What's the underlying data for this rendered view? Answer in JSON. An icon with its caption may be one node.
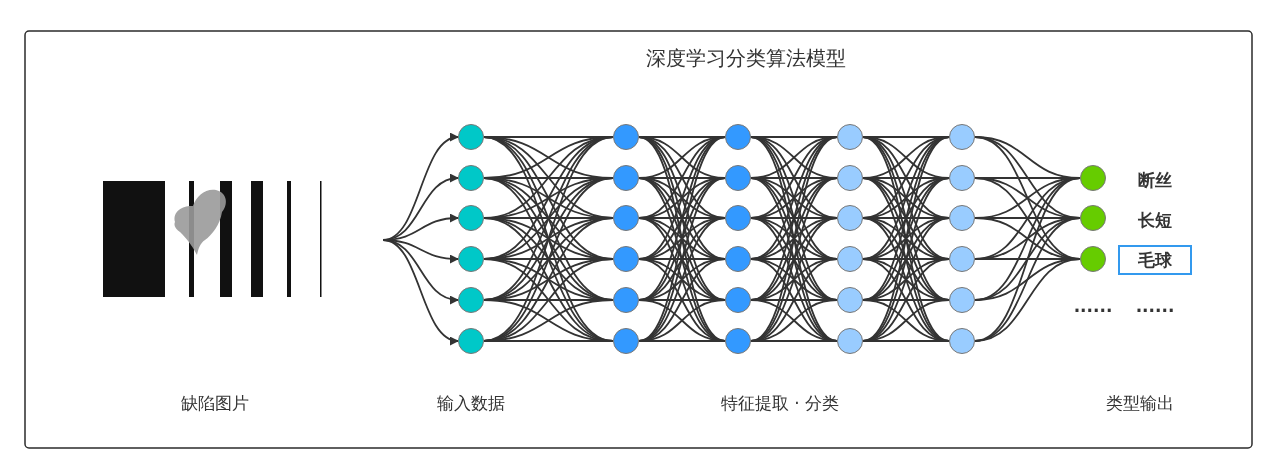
{
  "diagram": {
    "title": "深度学习分类算法模型",
    "nodes": [
      {
        "text": [],
        "shape": "circle"
      },
      {
        "text": [],
        "shape": "circle"
      },
      {
        "text": [],
        "shape": "circle"
      },
      {
        "text": [],
        "shape": "circle"
      },
      {
        "text": [],
        "shape": "circle"
      },
      {
        "text": [],
        "shape": "circle"
      },
      {
        "text": [],
        "shape": "circle"
      },
      {
        "text": [],
        "shape": "circle"
      },
      {
        "text": [],
        "shape": "circle"
      },
      {
        "text": [],
        "shape": "circle"
      },
      {
        "text": [],
        "shape": "circle"
      },
      {
        "text": [],
        "shape": "circle"
      },
      {
        "text": [],
        "shape": "circle"
      },
      {
        "text": [],
        "shape": "circle"
      },
      {
        "text": [],
        "shape": "circle"
      },
      {
        "text": [],
        "shape": "circle"
      },
      {
        "text": [],
        "shape": "circle"
      },
      {
        "text": [],
        "shape": "circle"
      },
      {
        "text": [],
        "shape": "circle"
      },
      {
        "text": [],
        "shape": "circle"
      },
      {
        "text": [],
        "shape": "circle"
      },
      {
        "text": [],
        "shape": "circle"
      },
      {
        "text": [],
        "shape": "circle"
      },
      {
        "text": [],
        "shape": "circle"
      },
      {
        "text": [],
        "shape": "circle"
      },
      {
        "text": [],
        "shape": "circle"
      },
      {
        "text": [],
        "shape": "circle"
      },
      {
        "text": [],
        "shape": "circle"
      },
      {
        "text": [],
        "shape": "circle"
      },
      {
        "text": [],
        "shape": "circle"
      },
      {
        "text": [],
        "shape": "circle"
      },
      {
        "text": [],
        "shape": "circle"
      },
      {
        "text": [],
        "shape": "circle"
      },
      {
        "text": [
          "毛球"
        ]
      }
    ],
    "edges": [
      {
        "from": null,
        "to": 0,
        "arrow": "to"
      },
      {
        "from": null,
        "to": 1,
        "arrow": "to"
      },
      {
        "from": null,
        "to": 2,
        "arrow": "to"
      },
      {
        "from": null,
        "to": 3,
        "arrow": "to"
      },
      {
        "from": null,
        "to": 4,
        "arrow": "to"
      },
      {
        "from": null,
        "to": 5,
        "arrow": "to"
      },
      {
        "from": 0,
        "to": 6,
        "arrow": "none"
      },
      {
        "from": 0,
        "to": 7,
        "arrow": "none"
      },
      {
        "from": 0,
        "to": 8,
        "arrow": "none"
      },
      {
        "from": 0,
        "to": 9,
        "arrow": "none"
      },
      {
        "from": 0,
        "to": 10,
        "arrow": "none"
      },
      {
        "from": 0,
        "to": 11,
        "arrow": "none"
      },
      {
        "from": 1,
        "to": 6,
        "arrow": "none"
      },
      {
        "from": 1,
        "to": 7,
        "arrow": "none"
      },
      {
        "from": 1,
        "to": 8,
        "arrow": "none"
      },
      {
        "from": 1,
        "to": 9,
        "arrow": "none"
      },
      {
        "from": 1,
        "to": 10,
        "arrow": "none"
      },
      {
        "from": 1,
        "to": 11,
        "arrow": "none"
      },
      {
        "from": 2,
        "to": 6,
        "arrow": "none"
      },
      {
        "from": 2,
        "to": 7,
        "arrow": "none"
      },
      {
        "from": 2,
        "to": 8,
        "arrow": "none"
      },
      {
        "from": 2,
        "to": 9,
        "arrow": "none"
      },
      {
        "from": 2,
        "to": 10,
        "arrow": "none"
      },
      {
        "from": 2,
        "to": 11,
        "arrow": "none"
      },
      {
        "from": 3,
        "to": 6,
        "arrow": "none"
      },
      {
        "from": 3,
        "to": 7,
        "arrow": "none"
      },
      {
        "from": 3,
        "to": 8,
        "arrow": "none"
      },
      {
        "from": 3,
        "to": 9,
        "arrow": "none"
      },
      {
        "from": 3,
        "to": 10,
        "arrow": "none"
      },
      {
        "from": 3,
        "to": 11,
        "arrow": "none"
      },
      {
        "from": 4,
        "to": 6,
        "arrow": "none"
      },
      {
        "from": 4,
        "to": 7,
        "arrow": "none"
      },
      {
        "from": 4,
        "to": 8,
        "arrow": "none"
      },
      {
        "from": 4,
        "to": 9,
        "arrow": "none"
      },
      {
        "from": 4,
        "to": 10,
        "arrow": "none"
      },
      {
        "from": 4,
        "to": 11,
        "arrow": "none"
      },
      {
        "from": 5,
        "to": 6,
        "arrow": "none"
      },
      {
        "from": 5,
        "to": 7,
        "arrow": "none"
      },
      {
        "from": 5,
        "to": 8,
        "arrow": "none"
      },
      {
        "from": 5,
        "to": 9,
        "arrow": "none"
      },
      {
        "from": 5,
        "to": 10,
        "arrow": "none"
      },
      {
        "from": 5,
        "to": 11,
        "arrow": "none"
      },
      {
        "from": 6,
        "to": 12,
        "arrow": "none"
      },
      {
        "from": 6,
        "to": 13,
        "arrow": "none"
      },
      {
        "from": 6,
        "to": 14,
        "arrow": "none"
      },
      {
        "from": 6,
        "to": 15,
        "arrow": "none"
      },
      {
        "from": 6,
        "to": 16,
        "arrow": "none"
      },
      {
        "from": 6,
        "to": 17,
        "arrow": "none"
      },
      {
        "from": 7,
        "to": 12,
        "arrow": "none"
      },
      {
        "from": 7,
        "to": 13,
        "arrow": "none"
      },
      {
        "from": 7,
        "to": 14,
        "arrow": "none"
      },
      {
        "from": 7,
        "to": 15,
        "arrow": "none"
      },
      {
        "from": 7,
        "to": 16,
        "arrow": "none"
      },
      {
        "from": 7,
        "to": 17,
        "arrow": "none"
      },
      {
        "from": 8,
        "to": 12,
        "arrow": "none"
      },
      {
        "from": 8,
        "to": 13,
        "arrow": "none"
      },
      {
        "from": 8,
        "to": 14,
        "arrow": "none"
      },
      {
        "from": 8,
        "to": 15,
        "arrow": "none"
      },
      {
        "from": 8,
        "to": 16,
        "arrow": "none"
      },
      {
        "from": 8,
        "to": 17,
        "arrow": "none"
      },
      {
        "from": 9,
        "to": 12,
        "arrow": "none"
      },
      {
        "from": 9,
        "to": 13,
        "arrow": "none"
      },
      {
        "from": 9,
        "to": 14,
        "arrow": "none"
      },
      {
        "from": 9,
        "to": 15,
        "arrow": "none"
      },
      {
        "from": 9,
        "to": 16,
        "arrow": "none"
      },
      {
        "from": 9,
        "to": 17,
        "arrow": "none"
      },
      {
        "from": 10,
        "to": 12,
        "arrow": "none"
      },
      {
        "from": 10,
        "to": 13,
        "arrow": "none"
      },
      {
        "from": 10,
        "to": 14,
        "arrow": "none"
      },
      {
        "from": 10,
        "to": 15,
        "arrow": "none"
      },
      {
        "from": 10,
        "to": 16,
        "arrow": "none"
      },
      {
        "from": 10,
        "to": 17,
        "arrow": "none"
      },
      {
        "from": 11,
        "to": 12,
        "arrow": "none"
      },
      {
        "from": 11,
        "to": 13,
        "arrow": "none"
      },
      {
        "from": 11,
        "to": 14,
        "arrow": "none"
      },
      {
        "from": 11,
        "to": 15,
        "arrow": "none"
      },
      {
        "from": 11,
        "to": 16,
        "arrow": "none"
      },
      {
        "from": 11,
        "to": 17,
        "arrow": "none"
      },
      {
        "from": 12,
        "to": 18,
        "arrow": "none"
      },
      {
        "from": 12,
        "to": 19,
        "arrow": "none"
      },
      {
        "from": 12,
        "to": 20,
        "arrow": "none"
      },
      {
        "from": 12,
        "to": 21,
        "arrow": "none"
      },
      {
        "from": 12,
        "to": 22,
        "arrow": "none"
      },
      {
        "from": 12,
        "to": 23,
        "arrow": "none"
      },
      {
        "from": 13,
        "to": 18,
        "arrow": "none"
      },
      {
        "from": 13,
        "to": 19,
        "arrow": "none"
      },
      {
        "from": 13,
        "to": 20,
        "arrow": "none"
      },
      {
        "from": 13,
        "to": 21,
        "arrow": "none"
      },
      {
        "from": 13,
        "to": 22,
        "arrow": "none"
      },
      {
        "from": 13,
        "to": 23,
        "arrow": "none"
      },
      {
        "from": 14,
        "to": 18,
        "arrow": "none"
      },
      {
        "from": 14,
        "to": 19,
        "arrow": "none"
      },
      {
        "from": 14,
        "to": 20,
        "arrow": "none"
      },
      {
        "from": 14,
        "to": 21,
        "arrow": "none"
      },
      {
        "from": 14,
        "to": 22,
        "arrow": "none"
      },
      {
        "from": 14,
        "to": 23,
        "arrow": "none"
      },
      {
        "from": 15,
        "to": 18,
        "arrow": "none"
      },
      {
        "from": 15,
        "to": 19,
        "arrow": "none"
      },
      {
        "from": 15,
        "to": 20,
        "arrow": "none"
      },
      {
        "from": 15,
        "to": 21,
        "arrow": "none"
      },
      {
        "from": 15,
        "to": 22,
        "arrow": "none"
      },
      {
        "from": 15,
        "to": 23,
        "arrow": "none"
      },
      {
        "from": 16,
        "to": 18,
        "arrow": "none"
      },
      {
        "from": 16,
        "to": 19,
        "arrow": "none"
      },
      {
        "from": 16,
        "to": 20,
        "arrow": "none"
      },
      {
        "from": 16,
        "to": 21,
        "arrow": "none"
      },
      {
        "from": 16,
        "to": 22,
        "arrow": "none"
      },
      {
        "from": 16,
        "to": 23,
        "arrow": "none"
      },
      {
        "from": 17,
        "to": 18,
        "arrow": "none"
      },
      {
        "from": 17,
        "to": 19,
        "arrow": "none"
      },
      {
        "from": 17,
        "to": 20,
        "arrow": "none"
      },
      {
        "from": 17,
        "to": 21,
        "arrow": "none"
      },
      {
        "from": 17,
        "to": 22,
        "arrow": "none"
      },
      {
        "from": 17,
        "to": 23,
        "arrow": "none"
      },
      {
        "from": 18,
        "to": 24,
        "arrow": "none"
      },
      {
        "from": 18,
        "to": 25,
        "arrow": "none"
      },
      {
        "from": 18,
        "to": 26,
        "arrow": "none"
      },
      {
        "from": 18,
        "to": 27,
        "arrow": "none"
      },
      {
        "from": 18,
        "to": 28,
        "arrow": "none"
      },
      {
        "from": 18,
        "to": 29,
        "arrow": "none"
      },
      {
        "from": 19,
        "to": 24,
        "arrow": "none"
      },
      {
        "from": 19,
        "to": 25,
        "arrow": "none"
      },
      {
        "from": 19,
        "to": 26,
        "arrow": "none"
      },
      {
        "from": 19,
        "to": 27,
        "arrow": "none"
      },
      {
        "from": 19,
        "to": 28,
        "arrow": "none"
      },
      {
        "from": 19,
        "to": 29,
        "arrow": "none"
      },
      {
        "from": 20,
        "to": 24,
        "arrow": "none"
      },
      {
        "from": 20,
        "to": 25,
        "arrow": "none"
      },
      {
        "from": 20,
        "to": 26,
        "arrow": "none"
      },
      {
        "from": 20,
        "to": 27,
        "arrow": "none"
      },
      {
        "from": 20,
        "to": 28,
        "arrow": "none"
      },
      {
        "from": 20,
        "to": 29,
        "arrow": "none"
      },
      {
        "from": 21,
        "to": 24,
        "arrow": "none"
      },
      {
        "from": 21,
        "to": 25,
        "arrow": "none"
      },
      {
        "from": 21,
        "to": 26,
        "arrow": "none"
      },
      {
        "from": 21,
        "to": 27,
        "arrow": "none"
      },
      {
        "from": 21,
        "to": 28,
        "arrow": "none"
      },
      {
        "from": 21,
        "to": 29,
        "arrow": "none"
      },
      {
        "from": 22,
        "to": 24,
        "arrow": "none"
      },
      {
        "from": 22,
        "to": 25,
        "arrow": "none"
      },
      {
        "from": 22,
        "to": 26,
        "arrow": "none"
      },
      {
        "from": 22,
        "to": 27,
        "arrow": "none"
      },
      {
        "from": 22,
        "to": 28,
        "arrow": "none"
      },
      {
        "from": 22,
        "to": 29,
        "arrow": "none"
      },
      {
        "from": 23,
        "to": 24,
        "arrow": "none"
      },
      {
        "from": 23,
        "to": 25,
        "arrow": "none"
      },
      {
        "from": 23,
        "to": 26,
        "arrow": "none"
      },
      {
        "from": 23,
        "to": 27,
        "arrow": "none"
      },
      {
        "from": 23,
        "to": 28,
        "arrow": "none"
      },
      {
        "from": 23,
        "to": 29,
        "arrow": "none"
      },
      {
        "from": 24,
        "to": 30,
        "arrow": "none"
      },
      {
        "from": 24,
        "to": 31,
        "arrow": "none"
      },
      {
        "from": 24,
        "to": 32,
        "arrow": "none"
      },
      {
        "from": 25,
        "to": 30,
        "arrow": "none"
      },
      {
        "from": 25,
        "to": 31,
        "arrow": "none"
      },
      {
        "from": 25,
        "to": 32,
        "arrow": "none"
      },
      {
        "from": 26,
        "to": 30,
        "arrow": "none"
      },
      {
        "from": 26,
        "to": 31,
        "arrow": "none"
      },
      {
        "from": 26,
        "to": 32,
        "arrow": "none"
      },
      {
        "from": 27,
        "to": 30,
        "arrow": "none"
      },
      {
        "from": 27,
        "to": 31,
        "arrow": "none"
      },
      {
        "from": 27,
        "to": 32,
        "arrow": "none"
      },
      {
        "from": 28,
        "to": 30,
        "arrow": "none"
      },
      {
        "from": 28,
        "to": 31,
        "arrow": "none"
      },
      {
        "from": 28,
        "to": 32,
        "arrow": "none"
      },
      {
        "from": 29,
        "to": 30,
        "arrow": "none"
      },
      {
        "from": 29,
        "to": 31,
        "arrow": "none"
      },
      {
        "from": 29,
        "to": 32,
        "arrow": "none"
      }
    ],
    "labels": [
      "断丝",
      "长短",
      "......",
      "......",
      "缺陷图片",
      "输入数据",
      "特征提取 · 分类",
      "类型输出"
    ]
  }
}
